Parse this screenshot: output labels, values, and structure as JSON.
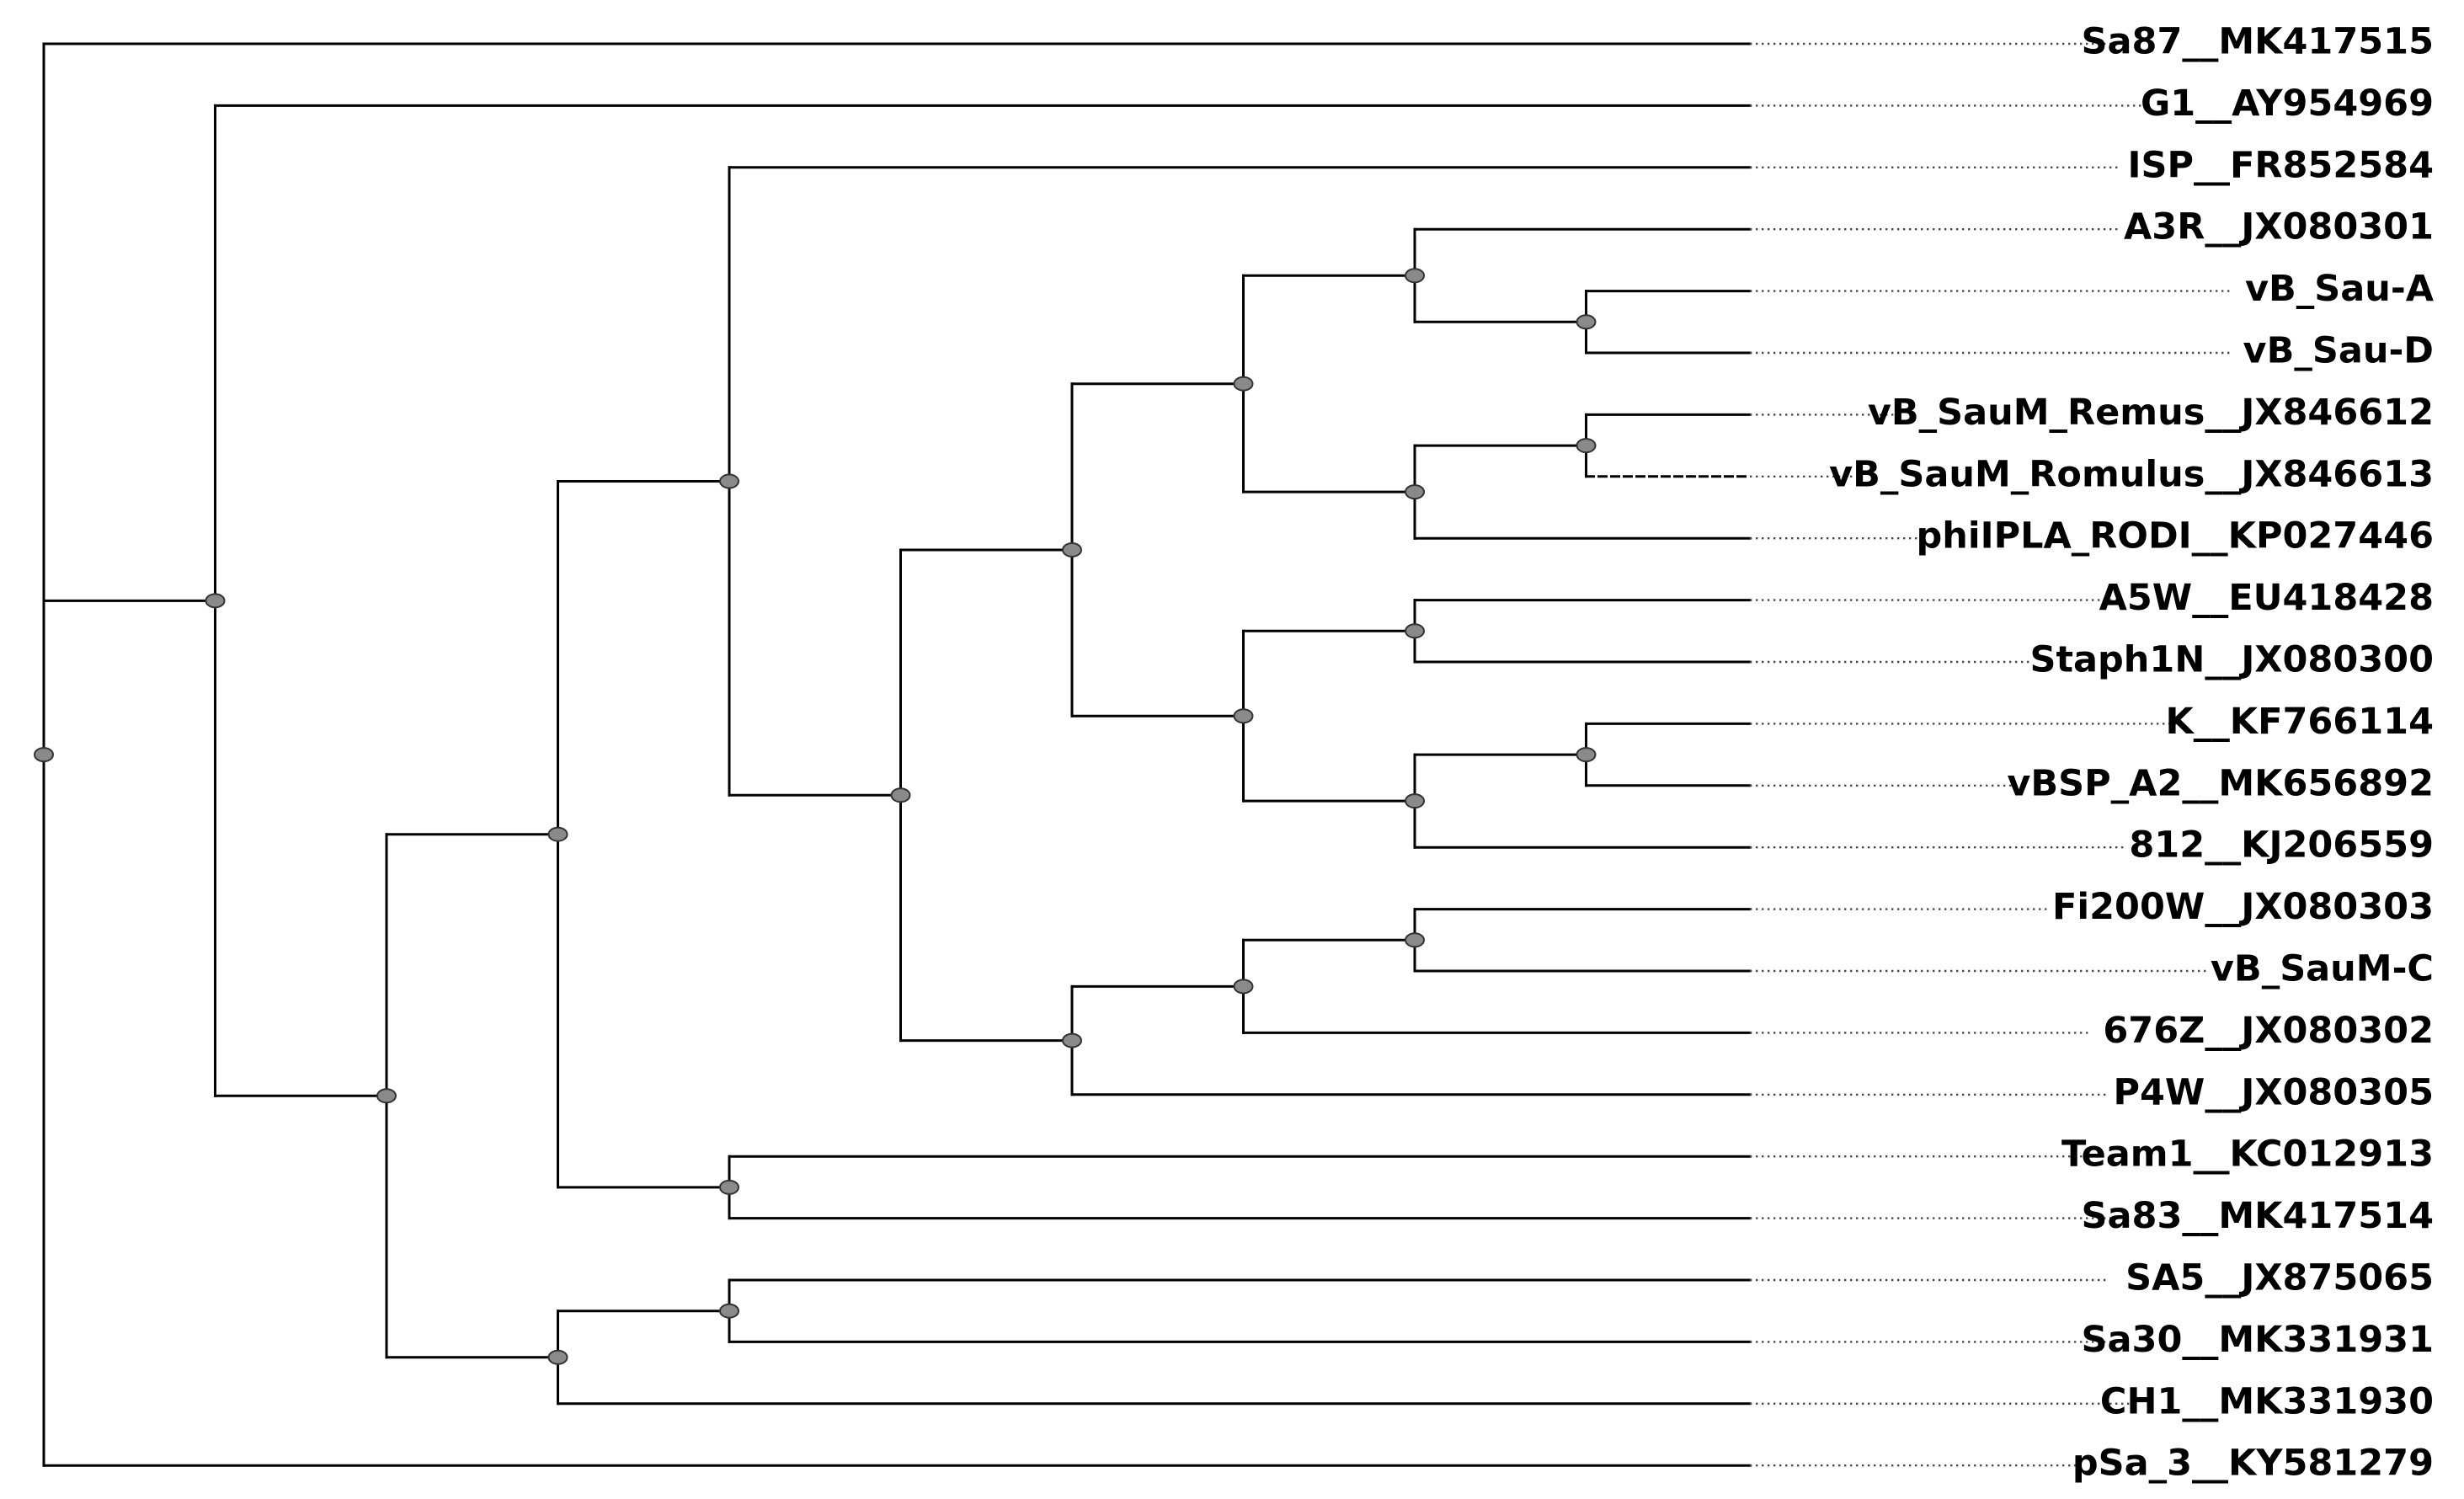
{
  "tree": {
    "id": "n_root",
    "children": [
      {
        "label": "Sa87__MK417515"
      },
      {
        "id": "n_a",
        "children": [
          {
            "label": "G1__AY954969"
          },
          {
            "id": "n_b",
            "children": [
              {
                "id": "n_c",
                "children": [
                  {
                    "id": "n_d",
                    "children": [
                      {
                        "label": "ISP__FR852584"
                      },
                      {
                        "id": "n_e",
                        "children": [
                          {
                            "id": "n_f",
                            "children": [
                              {
                                "id": "n_g",
                                "children": [
                                  {
                                    "id": "n_h",
                                    "children": [
                                      {
                                        "label": "A3R__JX080301"
                                      },
                                      {
                                        "id": "n_i",
                                        "children": [
                                          {
                                            "label": "vB_Sau-A"
                                          },
                                          {
                                            "label": "vB_Sau-D"
                                          }
                                        ]
                                      }
                                    ]
                                  },
                                  {
                                    "id": "n_j",
                                    "children": [
                                      {
                                        "id": "n_k",
                                        "children": [
                                          {
                                            "label": "vB_SauM_Remus__JX846612"
                                          },
                                          {
                                            "label": "vB_SauM_Romulus__JX846613",
                                            "dashed": true
                                          }
                                        ]
                                      },
                                      {
                                        "label": "phiIPLA_RODI__KP027446"
                                      }
                                    ]
                                  }
                                ]
                              },
                              {
                                "id": "n_l",
                                "children": [
                                  {
                                    "id": "n_m",
                                    "children": [
                                      {
                                        "label": "A5W__EU418428"
                                      },
                                      {
                                        "label": "Staph1N__JX080300"
                                      }
                                    ]
                                  },
                                  {
                                    "id": "n_n",
                                    "children": [
                                      {
                                        "id": "n_o",
                                        "children": [
                                          {
                                            "label": "K__KF766114"
                                          },
                                          {
                                            "label": "vBSP_A2__MK656892"
                                          }
                                        ]
                                      },
                                      {
                                        "label": "812__KJ206559"
                                      }
                                    ]
                                  }
                                ]
                              }
                            ]
                          },
                          {
                            "id": "n_p",
                            "children": [
                              {
                                "id": "n_q",
                                "children": [
                                  {
                                    "id": "n_r",
                                    "children": [
                                      {
                                        "label": "Fi200W__JX080303"
                                      },
                                      {
                                        "label": "vB_SauM-C"
                                      }
                                    ]
                                  },
                                  {
                                    "label": "676Z__JX080302"
                                  }
                                ]
                              },
                              {
                                "label": "P4W__JX080305"
                              }
                            ]
                          }
                        ]
                      }
                    ]
                  },
                  {
                    "id": "n_s",
                    "children": [
                      {
                        "label": "Team1__KC012913"
                      },
                      {
                        "label": "Sa83__MK417514"
                      }
                    ]
                  }
                ]
              },
              {
                "id": "n_t",
                "children": [
                  {
                    "id": "n_u",
                    "children": [
                      {
                        "label": "SA5__JX875065"
                      },
                      {
                        "label": "Sa30__MK331931"
                      }
                    ]
                  },
                  {
                    "label": "CH1__MK331930"
                  }
                ]
              }
            ]
          }
        ]
      },
      {
        "label": "pSa_3__KY581279"
      }
    ]
  }
}
